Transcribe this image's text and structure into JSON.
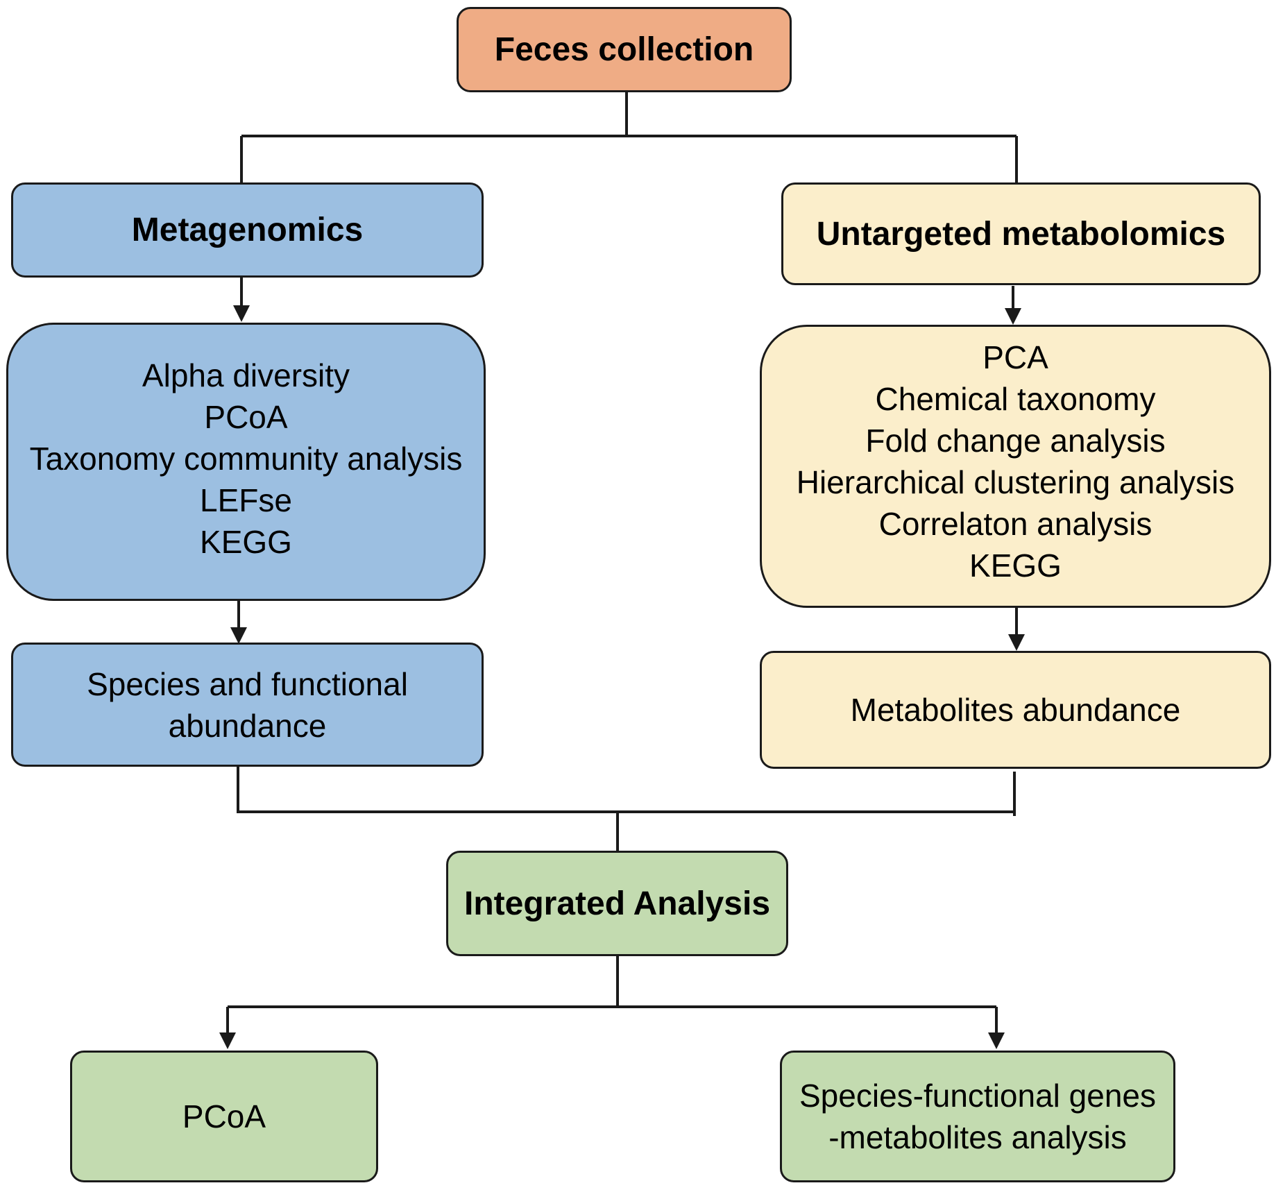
{
  "colors": {
    "orange": "#EFAC85",
    "blue": "#9CBFE1",
    "cream": "#FBEECB",
    "green": "#C3DBB0",
    "line": "#1a1a1a"
  },
  "nodes": {
    "feces": {
      "lines": [
        "Feces collection"
      ]
    },
    "metagenomics": {
      "lines": [
        "Metagenomics"
      ]
    },
    "meta_methods": {
      "lines": [
        "Alpha diversity",
        "PCoA",
        "Taxonomy community analysis",
        "LEFse",
        "KEGG"
      ]
    },
    "meta_abundance": {
      "lines": [
        "Species and functional",
        "abundance"
      ]
    },
    "untargeted": {
      "lines": [
        "Untargeted metabolomics"
      ]
    },
    "untargeted_methods": {
      "lines": [
        "PCA",
        "Chemical taxonomy",
        "Fold change analysis",
        "Hierarchical clustering analysis",
        "Correlaton analysis",
        "KEGG"
      ]
    },
    "metabolites_abundance": {
      "lines": [
        "Metabolites abundance"
      ]
    },
    "integrated": {
      "lines": [
        "Integrated Analysis"
      ]
    },
    "pcoa": {
      "lines": [
        "PCoA"
      ]
    },
    "species_functional": {
      "lines": [
        "Species-functional genes",
        "-metabolites analysis"
      ]
    }
  }
}
